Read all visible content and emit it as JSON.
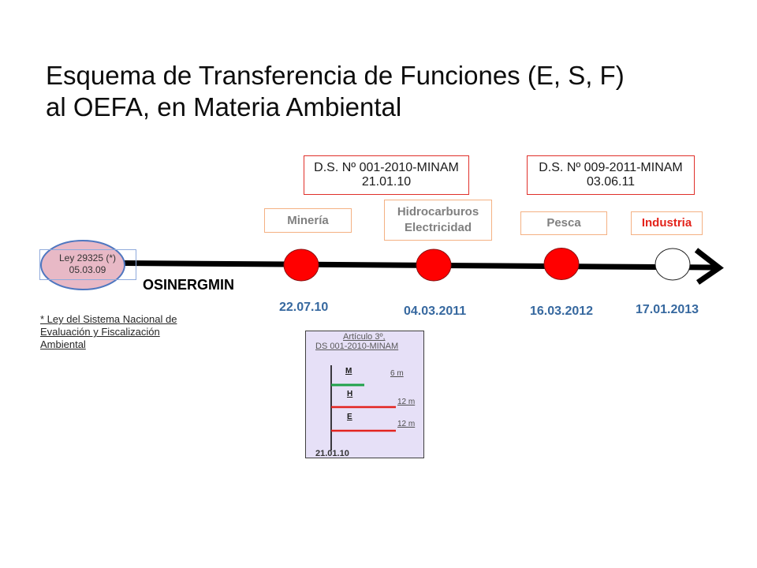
{
  "title": {
    "line1": "Esquema de Transferencia de Funciones (E, S, F)",
    "line2": "al OEFA, en Materia Ambiental"
  },
  "decrees": [
    {
      "name": "D.S. Nº 001-2010-MINAM",
      "date": "21.01.10"
    },
    {
      "name": "D.S. Nº 009-2011-MINAM",
      "date": "03.06.11"
    }
  ],
  "sectors": {
    "mineria": "Minería",
    "hidrocarburos": "Hidrocarburos",
    "electricidad": "Electricidad",
    "pesca": "Pesca",
    "industria": "Industria"
  },
  "law": {
    "label": "Ley 29325 (*)",
    "date": "05.03.09"
  },
  "entity": "OSINERGMIN",
  "milestones": [
    {
      "date": "22.07.10",
      "fill": "#FF0000"
    },
    {
      "date": "04.03.2011",
      "fill": "#FF0000"
    },
    {
      "date": "16.03.2012",
      "fill": "#FF0000"
    },
    {
      "date": "17.01.2013",
      "fill": "#FFFFFF"
    }
  ],
  "footnote": [
    "* Ley del Sistema Nacional de",
    "Evaluación y Fiscalización",
    "Ambiental"
  ],
  "article": {
    "heading": [
      "Artículo 3º,",
      "DS 001-2010-MINAM"
    ],
    "phases": [
      {
        "label": "M",
        "duration": "6 m",
        "color": "#1FA24A"
      },
      {
        "label": "H",
        "duration": "12 m",
        "color": "#E32420"
      },
      {
        "label": "E",
        "duration": "12 m",
        "color": "#E32420"
      }
    ],
    "start_date": "21.01.10"
  },
  "colors": {
    "decree_border": "#E0302A",
    "sector_border": "#F4B183",
    "sector_text": "#808080",
    "industria_text": "#E3231B",
    "date_text": "#36689F",
    "article_bg": "#E6E0F7",
    "law_fill": "#E8B9C6",
    "law_stroke": "#4F77C0",
    "law_box_border": "#8FAADC"
  }
}
